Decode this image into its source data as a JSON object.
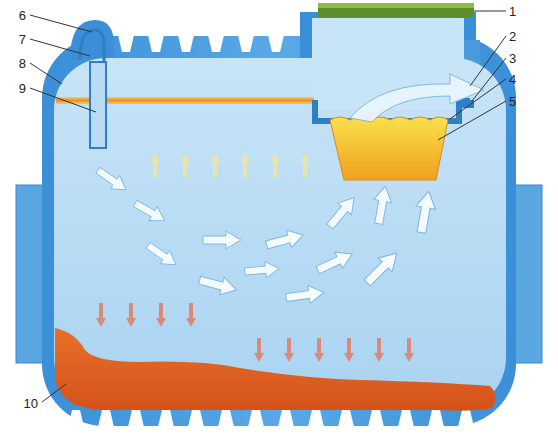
{
  "diagram": {
    "labels": [
      "6",
      "7",
      "8",
      "9",
      "10",
      "1",
      "2",
      "3",
      "4",
      "5"
    ]
  }
}
